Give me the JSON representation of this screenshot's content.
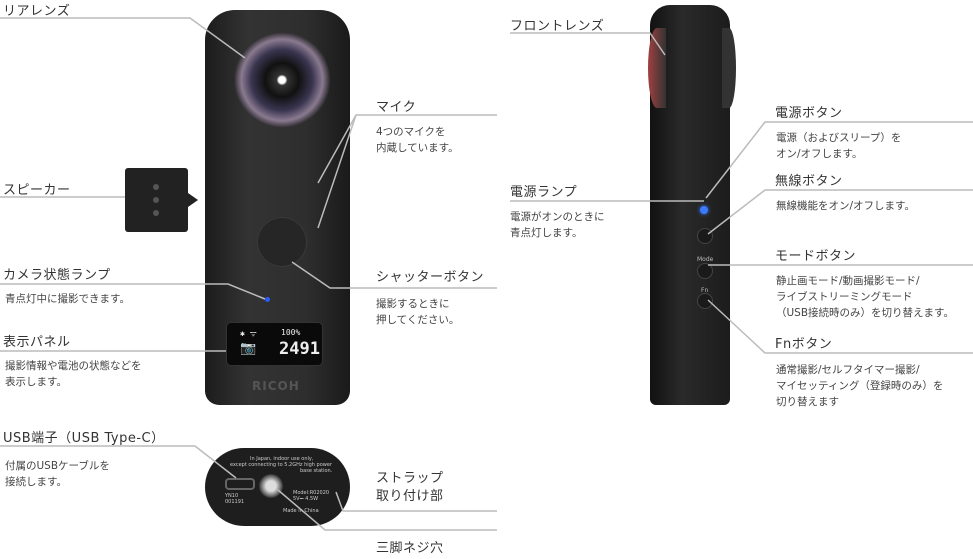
{
  "front": {
    "rear_lens": "リアレンズ",
    "speaker": "スピーカー",
    "status_lamp": {
      "title": "カメラ状態ランプ",
      "desc": "青点灯中に撮影できます。"
    },
    "display_panel": {
      "title": "表示パネル",
      "desc": "撮影情報や電池の状態などを\n表示します。"
    },
    "mic": {
      "title": "マイク",
      "desc": "4つのマイクを\n内蔵しています。"
    },
    "shutter": {
      "title": "シャッターボタン",
      "desc": "撮影するときに\n押してください。"
    },
    "brand": "RICOH",
    "screen": {
      "battery": "100%",
      "count": "2491"
    }
  },
  "bottom": {
    "usb": {
      "title": "USB端子（USB Type-C）",
      "desc": "付属のUSBケーブルを\n接続します。"
    },
    "strap": "ストラップ\n取り付け部",
    "tripod": "三脚ネジ穴",
    "printed": [
      "In Japan, indoor use only,",
      "except connecting to 5.2GHz high power",
      "base station.",
      "YN10",
      "001191",
      "Model:R02020",
      "5V⎓ 4.5W",
      "Made in China"
    ]
  },
  "side": {
    "front_lens": "フロントレンズ",
    "power_lamp": {
      "title": "電源ランプ",
      "desc": "電源がオンのときに\n青点灯します。"
    },
    "power_button": {
      "title": "電源ボタン",
      "desc": "電源（およびスリープ）を\nオン/オフします。"
    },
    "wireless_button": {
      "title": "無線ボタン",
      "desc": "無線機能をオン/オフします。"
    },
    "mode_button": {
      "title": "モードボタン",
      "desc": "静止画モード/動画撮影モード/\nライブストリーミングモード\n（USB接続時のみ）を切り替えます。"
    },
    "fn_button": {
      "title": "Fnボタン",
      "desc": "通常撮影/セルフタイマー撮影/\nマイセッティング（登録時のみ）を\n切り替えます"
    },
    "button_marks": {
      "mode": "Mode",
      "fn": "Fn"
    }
  },
  "colors": {
    "lamp": "#2a5cff",
    "leader_line": "#bbbbbb",
    "body": "#2a2a2a"
  }
}
